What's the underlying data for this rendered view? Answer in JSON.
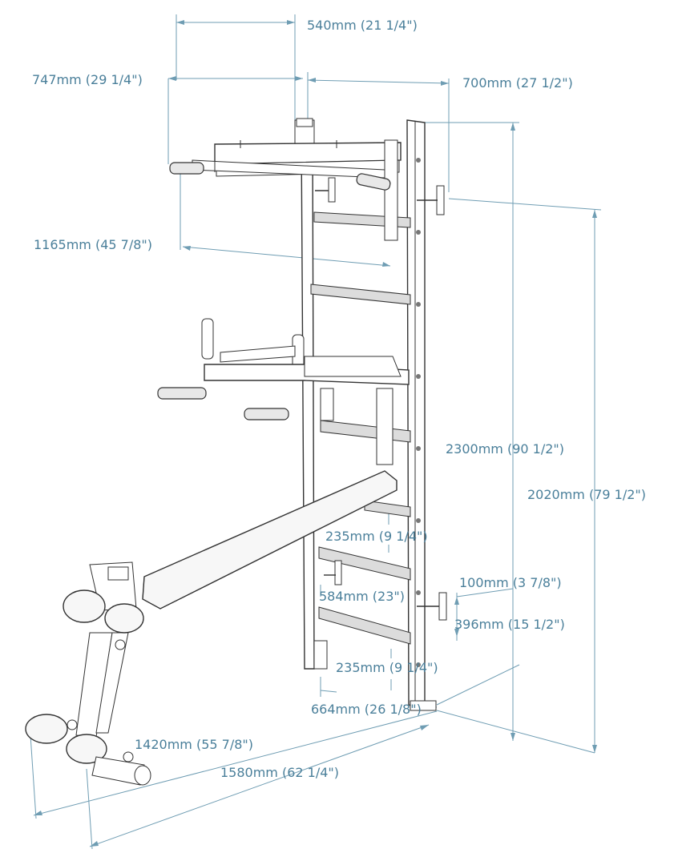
{
  "dimensions": {
    "top_depth": "540mm (21 1/4\")",
    "pullup_width": "747mm (29 1/4\")",
    "bracket_offset": "700mm (27 1/2\")",
    "pullup_projection": "1165mm (45 7/8\")",
    "total_height": "2300mm (90 1/2\")",
    "mount_height": "2020mm (79 1/2\")",
    "rung_spacing_upper": "235mm (9 1/4\")",
    "dip_height": "584mm (23\")",
    "bracket_gap": "100mm (3 7/8\")",
    "lower_mount": "396mm (15 1/2\")",
    "rung_spacing_lower": "235mm (9 1/4\")",
    "ladder_width": "664mm (26 1/8\")",
    "bench_width": "1420mm (55 7/8\")",
    "bench_length": "1580mm (62 1/4\")"
  },
  "colors": {
    "dimension": "#4a7f9a",
    "line": "#6f9db3",
    "frame": "#333333"
  }
}
